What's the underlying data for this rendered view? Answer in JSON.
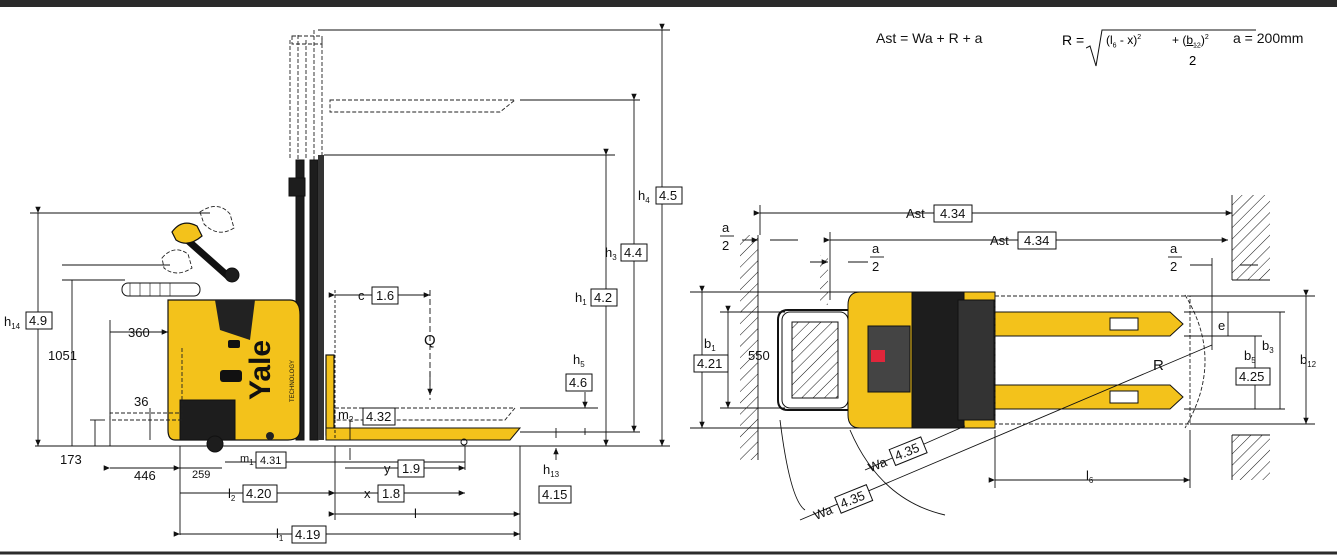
{
  "formulas": {
    "ast": "Ast = Wa + R + a",
    "r_lhs": "R =",
    "r_inner_a": "(l",
    "r_inner_a_sub": "6",
    "r_inner_b": " - x)",
    "r_inner_sup": "2",
    "r_plus": "+ (",
    "r_b": "b",
    "r_b_sub": "12",
    "r_close": ")",
    "r_den": "2",
    "a_eq": "a = 200mm"
  },
  "side_view": {
    "brand": "Yale",
    "brand_tag": "TECHNOLOGY",
    "load_symbol": "Q",
    "labels": {
      "c": "c",
      "c_ref": "1.6",
      "h1": "h",
      "h1_sub": "1",
      "h1_ref": "4.2",
      "h3": "h",
      "h3_sub": "3",
      "h3_ref": "4.4",
      "h4": "h",
      "h4_sub": "4",
      "h4_ref": "4.5",
      "h5": "h",
      "h5_sub": "5",
      "h5_ref": "4.6",
      "h13": "h",
      "h13_sub": "13",
      "h13_ref": "4.15",
      "h14": "h",
      "h14_sub": "14",
      "h14_ref": "4.9",
      "m1": "m",
      "m1_sub": "1",
      "m1_ref": "4.31",
      "m2": "m",
      "m2_sub": "2",
      "m2_ref": "4.32",
      "y": "y",
      "y_ref": "1.9",
      "x": "x",
      "x_ref": "1.8",
      "l": "l",
      "l1": "l",
      "l1_sub": "1",
      "l1_ref": "4.19",
      "l2": "l",
      "l2_sub": "2",
      "l2_ref": "4.20",
      "v360": "360",
      "v1051": "1051",
      "v36": "36",
      "v173": "173",
      "v446": "446",
      "v259": "259"
    }
  },
  "top_view": {
    "labels": {
      "ast": "Ast",
      "ast_ref": "4.34",
      "ast2": "Ast",
      "ast2_ref": "4.34",
      "a": "a",
      "two": "2",
      "b1": "b",
      "b1_sub": "1",
      "b1_ref": "4.21",
      "v550": "550",
      "b3": "b",
      "b3_sub": "3",
      "b5": "b",
      "b5_sub": "5",
      "b5_ref": "4.25",
      "b12": "b",
      "b12_sub": "12",
      "e": "e",
      "R": "R",
      "wa": "Wa",
      "wa_ref": "4.35",
      "wa2": "Wa",
      "wa2_ref": "4.35",
      "l6": "l",
      "l6_sub": "6"
    }
  }
}
